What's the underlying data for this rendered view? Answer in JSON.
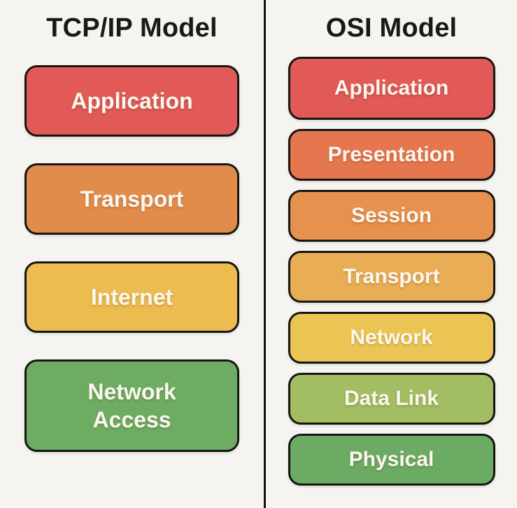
{
  "background_color": "#f5f4f0",
  "divider_color": "#14120f",
  "border_color": "#181613",
  "box_text_color": "#fbf7ee",
  "title_color": "#1b1918",
  "columns": [
    {
      "title": "TCP/IP Model",
      "layers": [
        {
          "label": "Application",
          "color": "#e15a57"
        },
        {
          "label": "Transport",
          "color": "#e28c4b"
        },
        {
          "label": "Internet",
          "color": "#ecbc50"
        },
        {
          "label": "Network Access",
          "color": "#6fac63"
        }
      ]
    },
    {
      "title": "OSI Model",
      "layers": [
        {
          "label": "Application",
          "color": "#e15a57"
        },
        {
          "label": "Presentation",
          "color": "#e5764e"
        },
        {
          "label": "Session",
          "color": "#e6914d"
        },
        {
          "label": "Transport",
          "color": "#e9ad55"
        },
        {
          "label": "Network",
          "color": "#ebc554"
        },
        {
          "label": "Data Link",
          "color": "#a3bd62"
        },
        {
          "label": "Physical",
          "color": "#6cab64"
        }
      ]
    }
  ]
}
